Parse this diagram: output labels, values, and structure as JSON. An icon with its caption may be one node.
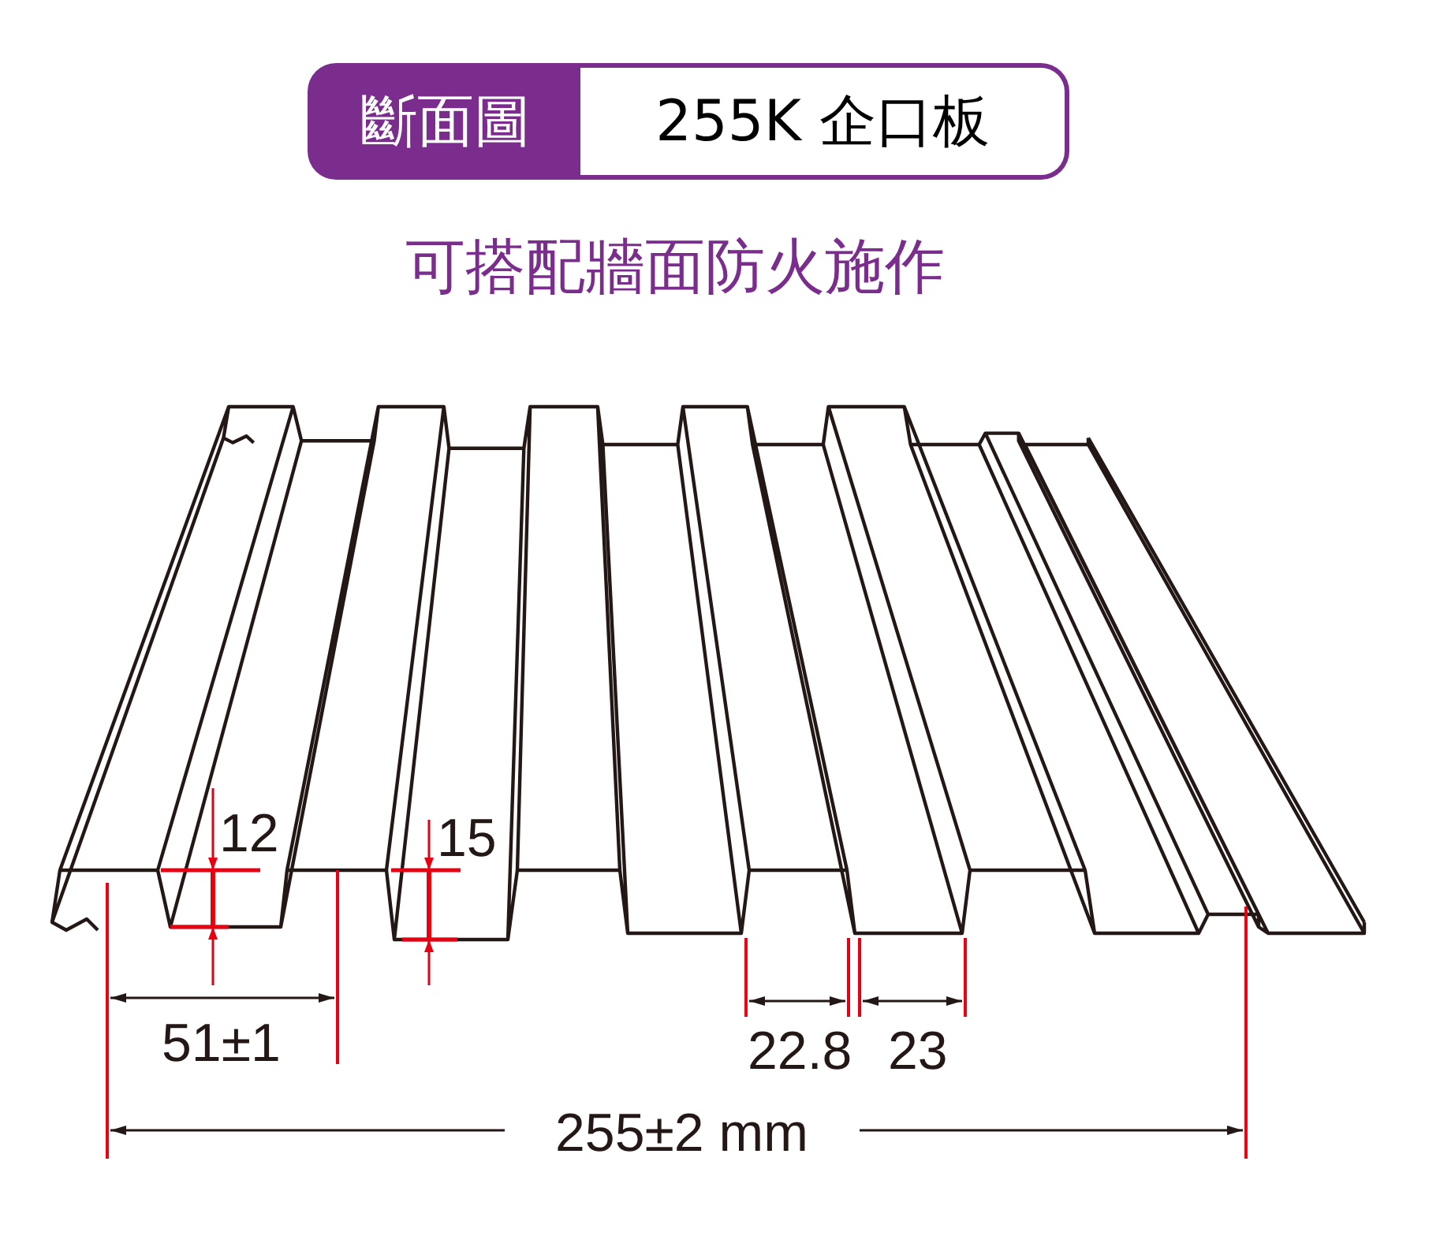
{
  "diagram": {
    "nodes": [
      {
        "text": [
          "斷面圖"
        ]
      },
      {
        "text": [
          "255K 企口板"
        ]
      }
    ],
    "labels": [
      "可搭配牆面防火施作",
      "12",
      "15",
      "51±1",
      "22.8",
      "23",
      "255±2 mm"
    ]
  }
}
